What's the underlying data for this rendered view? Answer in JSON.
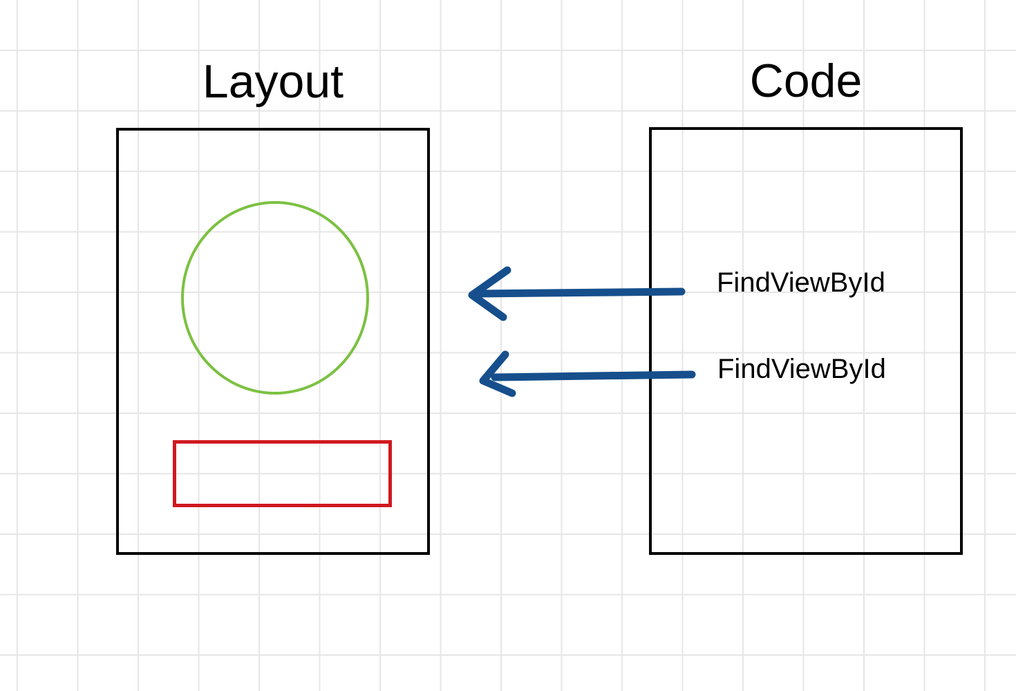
{
  "diagram": {
    "layout_panel": {
      "title": "Layout"
    },
    "code_panel": {
      "title": "Code"
    },
    "arrows": [
      {
        "label": "FindViewById",
        "direction": "code-to-layout"
      },
      {
        "label": "FindViewById",
        "direction": "code-to-layout"
      }
    ],
    "colors": {
      "background": "#FFFFFF",
      "grid_line": "#E6E6E6",
      "box_border": "#000000",
      "text": "#000000",
      "circle_green": "#7CC142",
      "rectangle_red": "#D0191F",
      "arrow_blue": "#164F8C"
    }
  }
}
